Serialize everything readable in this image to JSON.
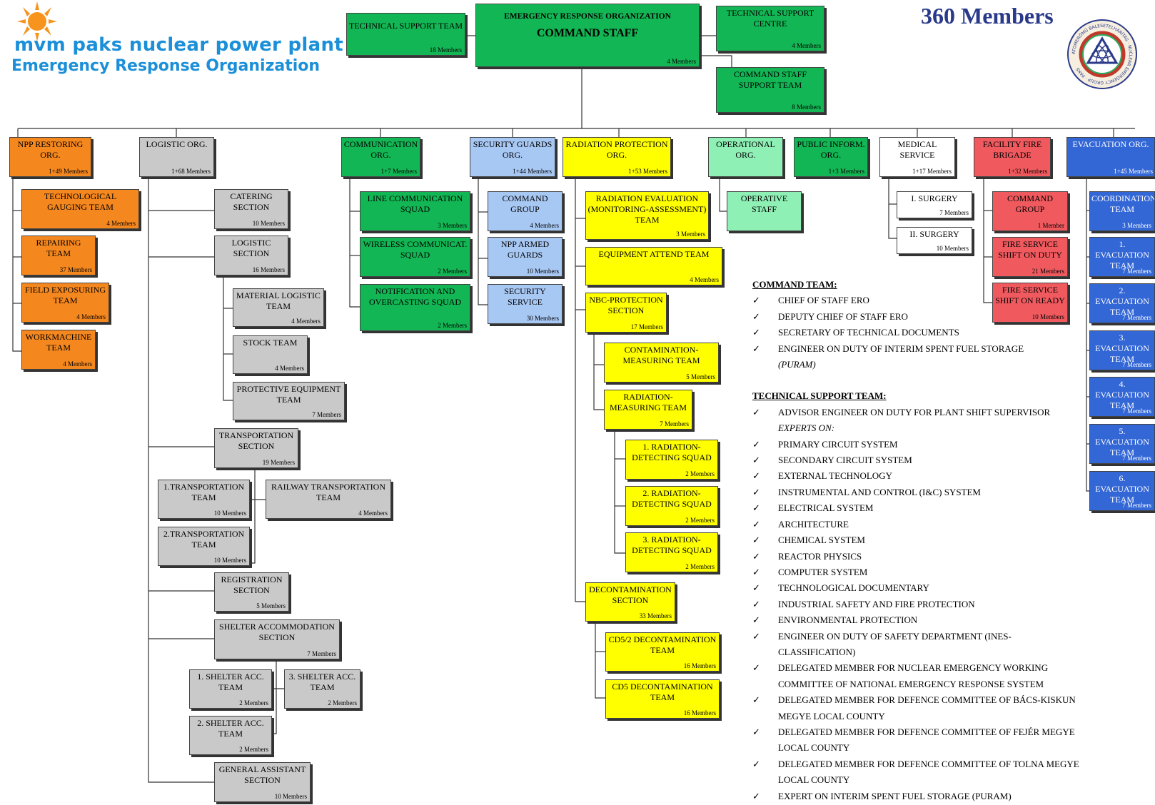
{
  "header": {
    "brand_mvm": "mvm",
    "brand_line1": "paks nuclear power plant",
    "brand_line2": "Emergency Response Organization",
    "total_members": "360 Members",
    "emblem_text": "ATOMERŐMŰ BALESETELHÁRÍTÁS · NUCLEAR EMERGENCY GROUP · PAKS"
  },
  "colors": {
    "orange": "#f5871f",
    "gray": "#c9c9c9",
    "green": "#13b654",
    "light_blue": "#a8c8f4",
    "yellow": "#ffff00",
    "light_green": "#8ff0b5",
    "white": "#ffffff",
    "red": "#f05a5f",
    "blue": "#3367d6",
    "title_blue": "#1b8fd8"
  },
  "top": {
    "command_staff": {
      "title": "EMERGENCY RESPONSE ORGANIZATION",
      "subtitle": "COMMAND STAFF",
      "members": "4 Members"
    },
    "technical_support_team": {
      "title": "TECHNICAL SUPPORT TEAM",
      "members": "18 Members"
    },
    "technical_support_centre": {
      "title": "TECHNICAL SUPPORT CENTRE",
      "members": "4 Members"
    },
    "command_staff_support": {
      "title": "COMMAND STAFF SUPPORT TEAM",
      "members": "8 Members"
    }
  },
  "boxes": {
    "npp_restoring": {
      "title": "NPP RESTORING ORG.",
      "members": "1+49 Members"
    },
    "tech_gauging": {
      "title": "TECHNOLOGICAL GAUGING TEAM",
      "members": "4 Members"
    },
    "repairing": {
      "title": "REPAIRING TEAM",
      "members": "37 Members"
    },
    "field_exposuring": {
      "title": "FIELD EXPOSURING TEAM",
      "members": "4 Members"
    },
    "workmachine": {
      "title": "WORKMACHINE TEAM",
      "members": "4 Members"
    },
    "logistic": {
      "title": "LOGISTIC ORG.",
      "members": "1+68 Members"
    },
    "catering": {
      "title": "CATERING SECTION",
      "members": "10 Members"
    },
    "logistic_section": {
      "title": "LOGISTIC SECTION",
      "members": "16 Members"
    },
    "material_logistic": {
      "title": "MATERIAL LOGISTIC TEAM",
      "members": "4 Members"
    },
    "stock": {
      "title": "STOCK TEAM",
      "members": "4 Members"
    },
    "protective_eq": {
      "title": "PROTECTIVE EQUIPMENT TEAM",
      "members": "7 Members"
    },
    "transportation": {
      "title": "TRANSPORTATION SECTION",
      "members": "19 Members"
    },
    "transp1": {
      "title": "1.TRANSPORTATION TEAM",
      "members": "10 Members"
    },
    "railway": {
      "title": "RAILWAY TRANSPORTATION TEAM",
      "members": "4 Members"
    },
    "transp2": {
      "title": "2.TRANSPORTATION TEAM",
      "members": "10 Members"
    },
    "registration": {
      "title": "REGISTRATION SECTION",
      "members": "5 Members"
    },
    "shelter": {
      "title": "SHELTER ACCOMMODATION SECTION",
      "members": "7 Members"
    },
    "shelter1": {
      "title": "1. SHELTER ACC. TEAM",
      "members": "2 Members"
    },
    "shelter3": {
      "title": "3. SHELTER ACC. TEAM",
      "members": "2 Members"
    },
    "shelter2": {
      "title": "2. SHELTER ACC. TEAM",
      "members": "2 Members"
    },
    "general_assistant": {
      "title": "GENERAL ASSISTANT SECTION",
      "members": "10 Members"
    },
    "communication": {
      "title": "COMMUNICATION ORG.",
      "members": "1+7 Members"
    },
    "line_comm": {
      "title": "LINE COMMUNICATION SQUAD",
      "members": "3 Members"
    },
    "wireless": {
      "title": "WIRELESS COMMUNICAT. SQUAD",
      "members": "2 Members"
    },
    "notification": {
      "title": "NOTIFICATION AND OVERCASTING SQUAD",
      "members": "2 Members"
    },
    "security": {
      "title": "SECURITY GUARDS ORG.",
      "members": "1+44 Members"
    },
    "sec_command": {
      "title": "COMMAND GROUP",
      "members": "4 Members"
    },
    "armed_guards": {
      "title": "NPP ARMED GUARDS",
      "members": "10 Members"
    },
    "sec_service": {
      "title": "SECURITY SERVICE",
      "members": "30 Members"
    },
    "radiation": {
      "title": "RADIATION PROTECTION ORG.",
      "members": "1+53 Members"
    },
    "rad_eval": {
      "title": "RADIATION EVALUATION (MONITORING-ASSESSMENT) TEAM",
      "members": "3 Members"
    },
    "equip_attend": {
      "title": "EQUIPMENT ATTEND TEAM",
      "members": "4 Members"
    },
    "nbc": {
      "title": "NBC-PROTECTION SECTION",
      "members": "17 Members"
    },
    "contamination": {
      "title": "CONTAMINATION-MEASURING TEAM",
      "members": "5 Members"
    },
    "rad_measuring": {
      "title": "RADIATION-MEASURING TEAM",
      "members": "7 Members"
    },
    "rds1": {
      "title": "1. RADIATION-DETECTING SQUAD",
      "members": "2 Members"
    },
    "rds2": {
      "title": "2. RADIATION-DETECTING SQUAD",
      "members": "2 Members"
    },
    "rds3": {
      "title": "3. RADIATION-DETECTING SQUAD",
      "members": "2 Members"
    },
    "decontamination": {
      "title": "DECONTAMINATION SECTION",
      "members": "33 Members"
    },
    "cd52": {
      "title": "CD5/2 DECONTAMINATION TEAM",
      "members": "16 Members"
    },
    "cd5": {
      "title": "CD5 DECONTAMINATION TEAM",
      "members": "16 Members"
    },
    "operational": {
      "title": "OPERATIONAL ORG.",
      "members": ""
    },
    "operative_staff": {
      "title": "OPERATIVE STAFF",
      "members": ""
    },
    "public_inform": {
      "title": "PUBLIC INFORM. ORG.",
      "members": "1+3 Members"
    },
    "medical": {
      "title": "MEDICAL SERVICE",
      "members": "1+17 Members"
    },
    "surgery1": {
      "title": "I. SURGERY",
      "members": "7 Members"
    },
    "surgery2": {
      "title": "II. SURGERY",
      "members": "10 Members"
    },
    "fire_brigade": {
      "title": "FACILITY FIRE BRIGADE",
      "members": "1+32 Members"
    },
    "fire_command": {
      "title": "COMMAND GROUP",
      "members": "1 Member"
    },
    "fire_duty": {
      "title": "FIRE SERVICE SHIFT ON DUTY",
      "members": "21 Members"
    },
    "fire_ready": {
      "title": "FIRE SERVICE SHIFT ON READY",
      "members": "10 Members"
    },
    "evacuation": {
      "title": "EVACUATION ORG.",
      "members": "1+45 Members"
    },
    "coordination": {
      "title": "COORDINATION TEAM",
      "members": "3 Members"
    },
    "evac1": {
      "title": "1. EVACUATION TEAM",
      "members": "7 Members"
    },
    "evac2": {
      "title": "2. EVACUATION TEAM",
      "members": "7 Members"
    },
    "evac3": {
      "title": "3. EVACUATION TEAM",
      "members": "7 Members"
    },
    "evac4": {
      "title": "4. EVACUATION TEAM",
      "members": "7 Members"
    },
    "evac5": {
      "title": "5. EVACUATION TEAM",
      "members": "7 Members"
    },
    "evac6": {
      "title": "6. EVACUATION TEAM",
      "members": "7 Members"
    }
  },
  "notes": {
    "command_team_heading": "COMMAND TEAM:",
    "command_team": [
      "CHIEF OF STAFF ERO",
      "DEPUTY CHIEF OF STAFF ERO",
      "SECRETARY OF TECHNICAL DOCUMENTS",
      "ENGINEER ON DUTY OF INTERIM SPENT FUEL STORAGE"
    ],
    "command_team_paren": "(PURAM)",
    "tech_support_heading": "TECHNICAL SUPPORT TEAM:",
    "tech_support_first": "ADVISOR ENGINEER ON DUTY FOR PLANT SHIFT SUPERVISOR",
    "experts_on": "EXPERTS ON:",
    "tech_support": [
      "PRIMARY CIRCUIT SYSTEM",
      "SECONDARY CIRCUIT SYSTEM",
      "EXTERNAL TECHNOLOGY",
      "INSTRUMENTAL AND CONTROL (I&C) SYSTEM",
      "ELECTRICAL SYSTEM",
      "ARCHITECTURE",
      "CHEMICAL SYSTEM",
      "REACTOR PHYSICS",
      "COMPUTER SYSTEM",
      "TECHNOLOGICAL DOCUMENTARY",
      "INDUSTRIAL SAFETY AND FIRE PROTECTION",
      "ENVIRONMENTAL PROTECTION",
      "ENGINEER ON DUTY OF SAFETY DEPARTMENT (INES-CLASSIFICATION)",
      "DELEGATED MEMBER FOR NUCLEAR EMERGENCY WORKING COMMITTEE OF NATIONAL EMERGENCY RESPONSE SYSTEM",
      "DELEGATED MEMBER FOR DEFENCE COMMITTEE OF BÁCS-KISKUN MEGYE LOCAL COUNTY",
      "DELEGATED MEMBER FOR DEFENCE COMMITTEE OF FEJÉR MEGYE LOCAL COUNTY",
      "DELEGATED MEMBER FOR DEFENCE COMMITTEE OF TOLNA MEGYE LOCAL COUNTY",
      "EXPERT ON INTERIM SPENT FUEL STORAGE (PURAM)"
    ]
  }
}
